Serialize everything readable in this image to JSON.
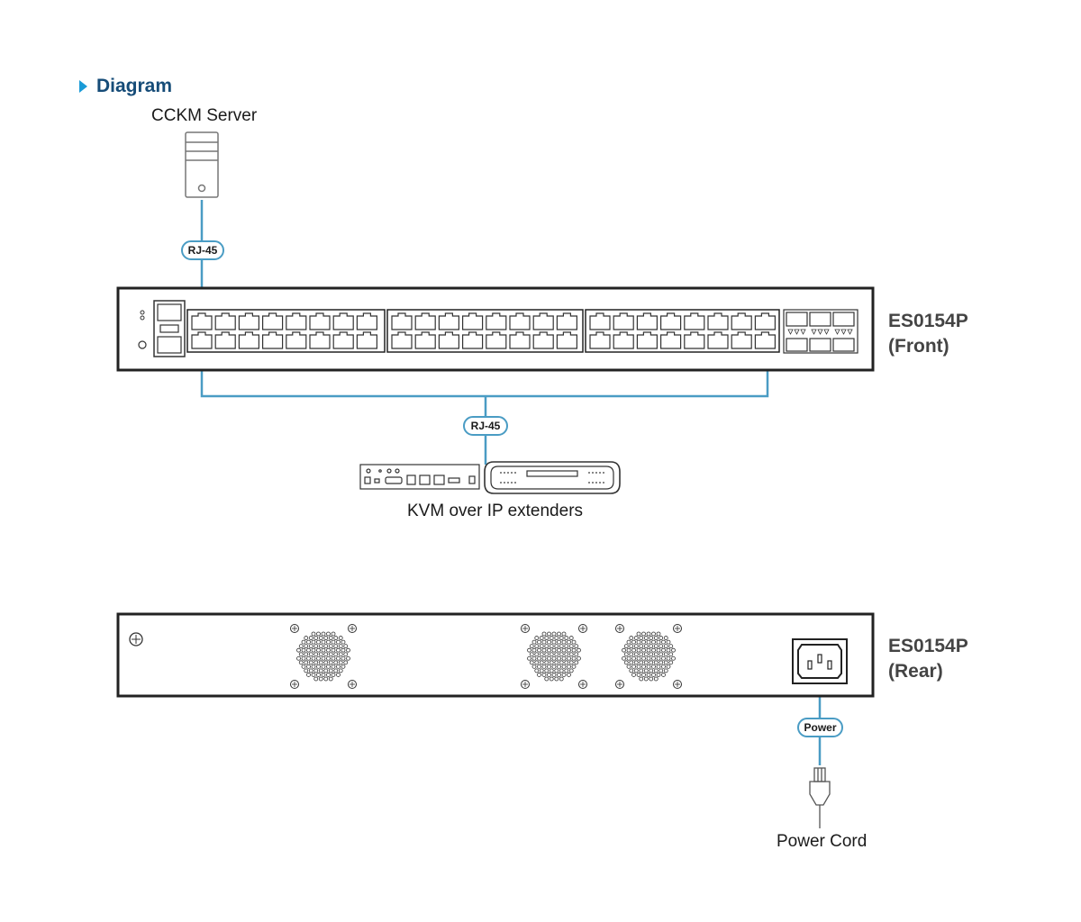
{
  "heading": "Diagram",
  "labels": {
    "server": "CCKM Server",
    "extenders": "KVM over IP extenders",
    "power_cord": "Power Cord"
  },
  "devices": {
    "front_model": "ES0154P",
    "front_view": "(Front)",
    "rear_model": "ES0154P",
    "rear_view": "(Rear)"
  },
  "connectors": {
    "uplink": "RJ-45",
    "downlink": "RJ-45",
    "power": "Power"
  },
  "colors": {
    "cable": "#4a9cc4",
    "heading": "#164c78",
    "accent": "#1a9bd7",
    "device_outline": "#222222"
  },
  "icons": {
    "server": "server-tower-icon",
    "extender": "kvm-extender-icon",
    "plug": "power-plug-icon",
    "fan": "fan-grille-icon",
    "socket": "ac-inlet-icon"
  }
}
